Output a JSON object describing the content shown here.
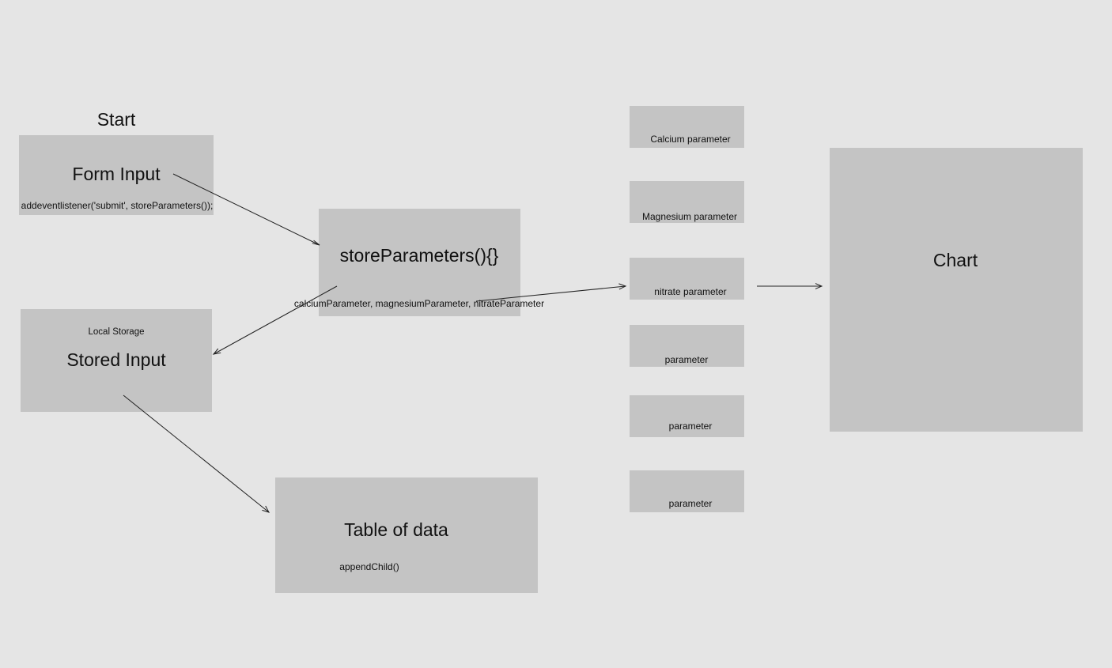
{
  "start_label": "Start",
  "form_input": {
    "title": "Form Input",
    "code": "addeventlistener('submit', storeParameters());"
  },
  "store_params": {
    "title": "storeParameters(){}",
    "args": "calciumParameter, magnesiumParameter, nitrateParameter"
  },
  "stored_input": {
    "subtitle": "Local Storage",
    "title": "Stored Input"
  },
  "table": {
    "title": "Table of data",
    "code": "appendChild()"
  },
  "parameters": [
    "Calcium parameter",
    "Magnesium parameter",
    "nitrate parameter",
    "parameter",
    "parameter",
    "parameter"
  ],
  "chart": {
    "title": "Chart"
  }
}
